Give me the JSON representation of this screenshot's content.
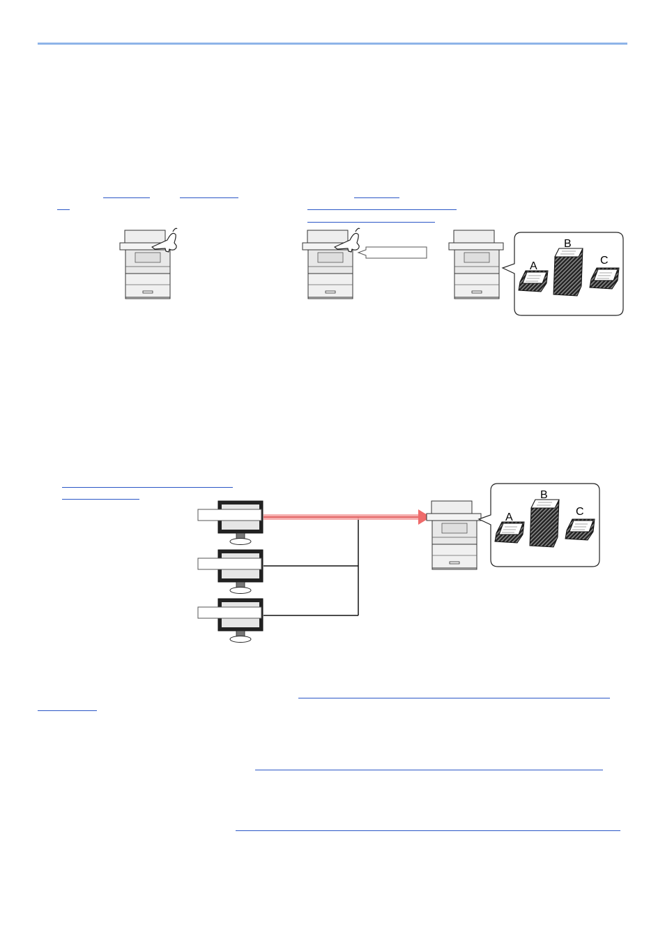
{
  "figure1": {
    "stacks": [
      {
        "label": "A"
      },
      {
        "label": "B"
      },
      {
        "label": "C"
      }
    ]
  },
  "figure2": {
    "stacks": [
      {
        "label": "A"
      },
      {
        "label": "B"
      },
      {
        "label": "C"
      }
    ]
  },
  "colors": {
    "rule": "#8eb4e8",
    "link": "#2a56c6",
    "arrow": "#ef6b6b"
  },
  "icons": [
    "printer-icon",
    "hand-icon",
    "monitor-icon",
    "document-stack-icon",
    "arrow-icon"
  ]
}
